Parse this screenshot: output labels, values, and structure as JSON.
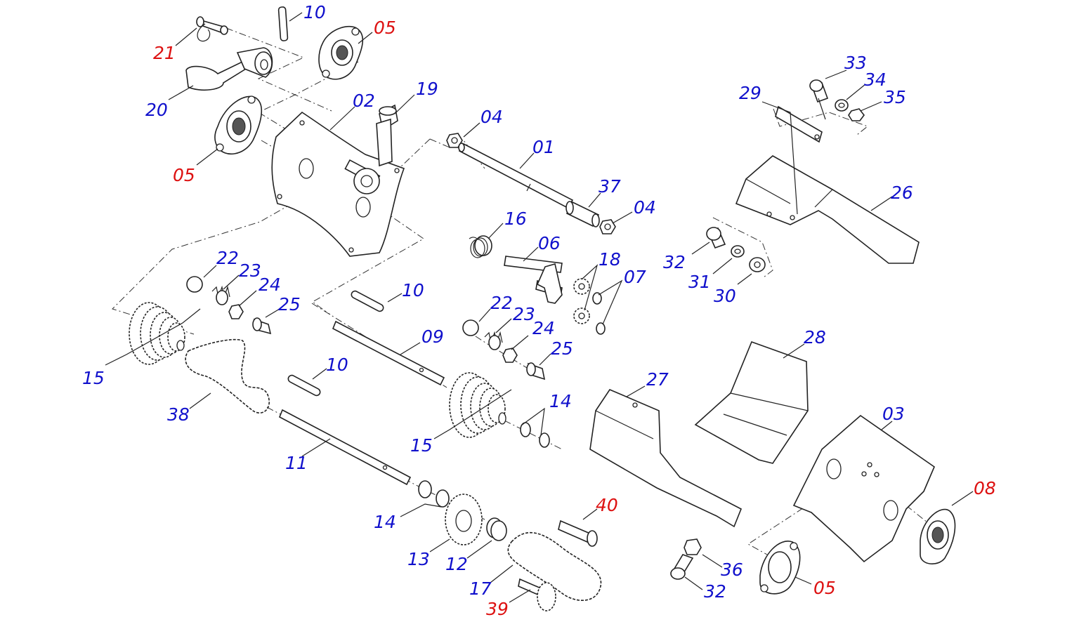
{
  "colors": {
    "blue_label": "#1010cc",
    "red_label": "#dd1111",
    "line": "#222222"
  },
  "callouts": [
    {
      "id": "c21",
      "text": "21",
      "color": "red"
    },
    {
      "id": "c10a",
      "text": "10",
      "color": "blue"
    },
    {
      "id": "c05a",
      "text": "05",
      "color": "red"
    },
    {
      "id": "c20",
      "text": "20",
      "color": "blue"
    },
    {
      "id": "c05b",
      "text": "05",
      "color": "red"
    },
    {
      "id": "c02",
      "text": "02",
      "color": "blue"
    },
    {
      "id": "c19",
      "text": "19",
      "color": "blue"
    },
    {
      "id": "c04a",
      "text": "04",
      "color": "blue"
    },
    {
      "id": "c01",
      "text": "01",
      "color": "blue"
    },
    {
      "id": "c37",
      "text": "37",
      "color": "blue"
    },
    {
      "id": "c04b",
      "text": "04",
      "color": "blue"
    },
    {
      "id": "c16",
      "text": "16",
      "color": "blue"
    },
    {
      "id": "c06",
      "text": "06",
      "color": "blue"
    },
    {
      "id": "c18",
      "text": "18",
      "color": "blue"
    },
    {
      "id": "c07",
      "text": "07",
      "color": "blue"
    },
    {
      "id": "c22a",
      "text": "22",
      "color": "blue"
    },
    {
      "id": "c23a",
      "text": "23",
      "color": "blue"
    },
    {
      "id": "c24a",
      "text": "24",
      "color": "blue"
    },
    {
      "id": "c25a",
      "text": "25",
      "color": "blue"
    },
    {
      "id": "c10b",
      "text": "10",
      "color": "blue"
    },
    {
      "id": "c22b",
      "text": "22",
      "color": "blue"
    },
    {
      "id": "c23b",
      "text": "23",
      "color": "blue"
    },
    {
      "id": "c24b",
      "text": "24",
      "color": "blue"
    },
    {
      "id": "c25b",
      "text": "25",
      "color": "blue"
    },
    {
      "id": "c15a",
      "text": "15",
      "color": "blue"
    },
    {
      "id": "c09",
      "text": "09",
      "color": "blue"
    },
    {
      "id": "c10c",
      "text": "10",
      "color": "blue"
    },
    {
      "id": "c38",
      "text": "38",
      "color": "blue"
    },
    {
      "id": "c14a",
      "text": "14",
      "color": "blue"
    },
    {
      "id": "c15b",
      "text": "15",
      "color": "blue"
    },
    {
      "id": "c11",
      "text": "11",
      "color": "blue"
    },
    {
      "id": "c40",
      "text": "40",
      "color": "red"
    },
    {
      "id": "c14b",
      "text": "14",
      "color": "blue"
    },
    {
      "id": "c13",
      "text": "13",
      "color": "blue"
    },
    {
      "id": "c12",
      "text": "12",
      "color": "blue"
    },
    {
      "id": "c17",
      "text": "17",
      "color": "blue"
    },
    {
      "id": "c39",
      "text": "39",
      "color": "red"
    },
    {
      "id": "c33",
      "text": "33",
      "color": "blue"
    },
    {
      "id": "c34",
      "text": "34",
      "color": "blue"
    },
    {
      "id": "c29",
      "text": "29",
      "color": "blue"
    },
    {
      "id": "c35",
      "text": "35",
      "color": "blue"
    },
    {
      "id": "c26",
      "text": "26",
      "color": "blue"
    },
    {
      "id": "c32a",
      "text": "32",
      "color": "blue"
    },
    {
      "id": "c31",
      "text": "31",
      "color": "blue"
    },
    {
      "id": "c30",
      "text": "30",
      "color": "blue"
    },
    {
      "id": "c28",
      "text": "28",
      "color": "blue"
    },
    {
      "id": "c27",
      "text": "27",
      "color": "blue"
    },
    {
      "id": "c03",
      "text": "03",
      "color": "blue"
    },
    {
      "id": "c08",
      "text": "08",
      "color": "red"
    },
    {
      "id": "c36",
      "text": "36",
      "color": "blue"
    },
    {
      "id": "c32b",
      "text": "32",
      "color": "blue"
    },
    {
      "id": "c05c",
      "text": "05",
      "color": "red"
    }
  ]
}
